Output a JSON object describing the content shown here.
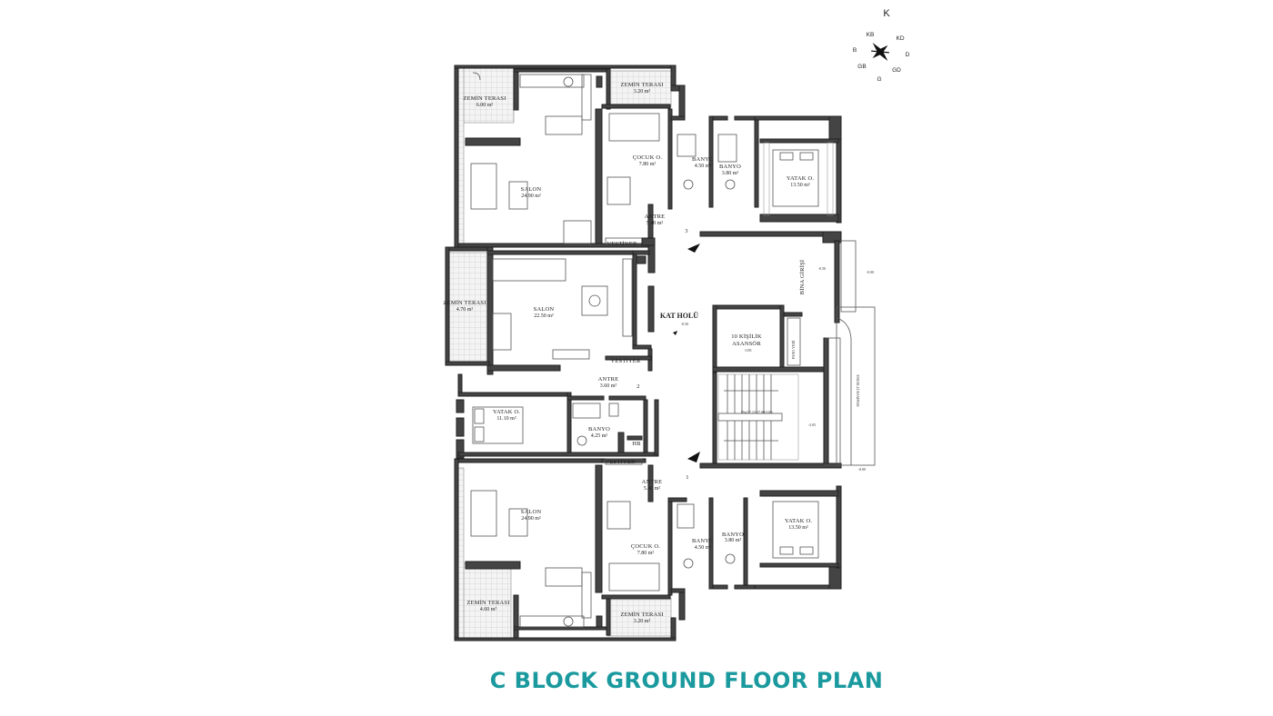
{
  "title": "C BLOCK GROUND FLOOR PLAN",
  "title_color": "#1a9a9e",
  "compass": {
    "north": "K",
    "ne": "KD",
    "nw": "KB",
    "east": "D",
    "west": "B",
    "se": "GD",
    "sw": "GB",
    "south": "G"
  },
  "rooms": {
    "top_terrace_left": {
      "name": "ZEMİN TERASI",
      "area": "6.00 m²"
    },
    "top_terrace_mid": {
      "name": "ZEMİN TERASI",
      "area": "3.20 m²"
    },
    "top_salon": {
      "name": "SALON",
      "area": "24.90 m²"
    },
    "top_cocuk": {
      "name": "ÇOCUK O.",
      "area": "7.80 m²"
    },
    "top_banyo1": {
      "name": "BANYO",
      "area": "4.50 m²"
    },
    "top_banyo2": {
      "name": "BANYO",
      "area": "3.80 m²"
    },
    "top_yatak": {
      "name": "YATAK O.",
      "area": "13.50 m²"
    },
    "top_antre": {
      "name": "ANTRE",
      "area": "5.40 m²"
    },
    "mid_terrace": {
      "name": "ZEMİN TERASI",
      "area": "4.70 m²"
    },
    "mid_salon": {
      "name": "SALON",
      "area": "22.50 m²"
    },
    "mid_antre": {
      "name": "ANTRE",
      "area": "3.60 m²"
    },
    "mid_yatak": {
      "name": "YATAK O.",
      "area": "11.10 m²"
    },
    "mid_banyo": {
      "name": "BANYO",
      "area": "4.25 m²"
    },
    "bot_salon": {
      "name": "SALON",
      "area": "24.90 m²"
    },
    "bot_cocuk": {
      "name": "ÇOCUK O.",
      "area": "7.80 m²"
    },
    "bot_banyo1": {
      "name": "BANYO",
      "area": "4.50 m²"
    },
    "bot_banyo2": {
      "name": "BANYO",
      "area": "3.80 m²"
    },
    "bot_yatak": {
      "name": "YATAK O.",
      "area": "13.50 m²"
    },
    "bot_antre": {
      "name": "ANTRE",
      "area": "5.40 m²"
    },
    "bot_terrace_left": {
      "name": "ZEMİN TERASI",
      "area": "4.60 m²"
    },
    "bot_terrace_mid": {
      "name": "ZEMİN TERASI",
      "area": "3.20 m²"
    }
  },
  "labels": {
    "kat_holu": "KAT HOLÜ",
    "kat_holu_level": "-0.50",
    "elevator_line1": "10 KİŞİLİK",
    "elevator_line2": "ASANSÖR",
    "elevator_level": "0.85",
    "bina_girisi": "BİNA GİRİŞİ",
    "pano_yeri": "PANO YERİ",
    "engelli_rampasi": "ENGELLİ RAMPASI",
    "stair_note": "18x(17.22/27.00/318)",
    "level_entry": "-0.50",
    "level_outside_top": "-0.00",
    "level_outside_bottom": "-0.00",
    "level_stair": "-2.05",
    "vestiyer_top": "VESTİYER",
    "vestiyer_mid": "VESTİYER",
    "vestiyer_bot": "VESTİYER",
    "hb": "HB",
    "unit1": "1",
    "unit2": "2",
    "unit3": "3"
  }
}
